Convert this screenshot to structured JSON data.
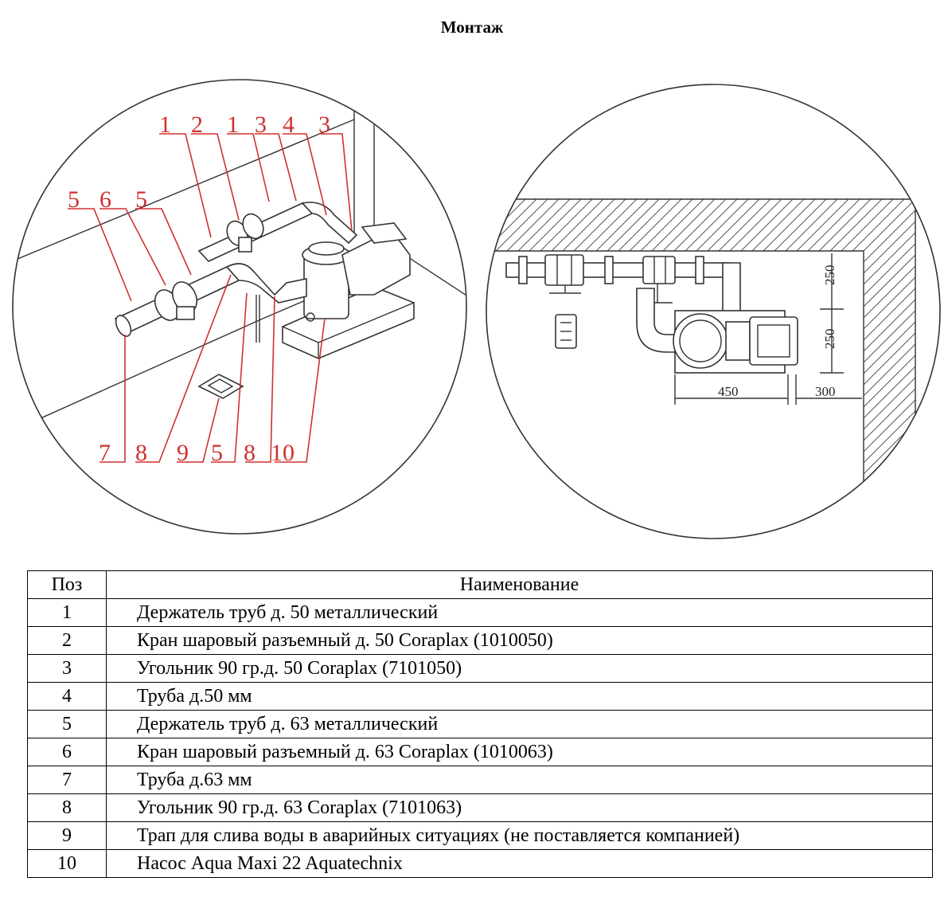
{
  "title": "Монтаж",
  "callouts_left": {
    "top": [
      "1",
      "2",
      "1",
      "3",
      "4",
      "3"
    ],
    "left": [
      "5",
      "6",
      "5"
    ],
    "bottom": [
      "7",
      "8",
      "9",
      "5",
      "8",
      "10"
    ]
  },
  "dimensions": {
    "vertical_1": "250",
    "vertical_2": "250",
    "horizontal_1": "450",
    "horizontal_2": "300"
  },
  "table": {
    "headers": [
      "Поз",
      "Наименование"
    ],
    "rows": [
      {
        "pos": "1",
        "name": "Держатель труб д. 50 металлический"
      },
      {
        "pos": "2",
        "name": "Кран шаровый разъемный д. 50 Coraplax (1010050)"
      },
      {
        "pos": "3",
        "name": "Угольник 90 гр.д. 50 Coraplax (7101050)"
      },
      {
        "pos": "4",
        "name": "Труба д.50 мм"
      },
      {
        "pos": "5",
        "name": "Держатель труб д. 63 металлический"
      },
      {
        "pos": "6",
        "name": "Кран шаровый разъемный д. 63 Coraplax (1010063)"
      },
      {
        "pos": "7",
        "name": "Труба д.63 мм"
      },
      {
        "pos": "8",
        "name": "Угольник 90 гр.д. 63 Coraplax (7101063)"
      },
      {
        "pos": "9",
        "name": "Трап для слива воды в аварийных ситуациях (не поставляется компанией)"
      },
      {
        "pos": "10",
        "name": "Насос Aqua Maxi 22 Aquatechnix"
      }
    ]
  }
}
